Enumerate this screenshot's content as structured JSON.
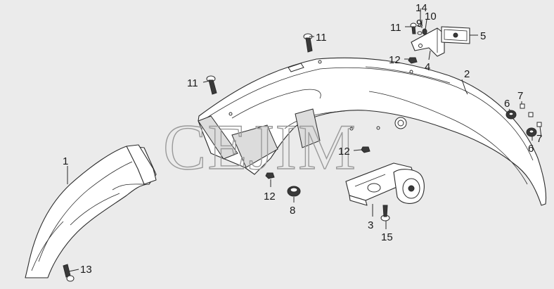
{
  "watermark": "CEJIM",
  "callouts": [
    {
      "id": "c1",
      "label": "1"
    },
    {
      "id": "c2",
      "label": "2"
    },
    {
      "id": "c3",
      "label": "3"
    },
    {
      "id": "c4",
      "label": "4"
    },
    {
      "id": "c5",
      "label": "5"
    },
    {
      "id": "c6a",
      "label": "6"
    },
    {
      "id": "c6b",
      "label": "6"
    },
    {
      "id": "c7a",
      "label": "7"
    },
    {
      "id": "c7b",
      "label": "7"
    },
    {
      "id": "c8",
      "label": "8"
    },
    {
      "id": "c9",
      "label": "9"
    },
    {
      "id": "c10",
      "label": "10"
    },
    {
      "id": "c11a",
      "label": "11"
    },
    {
      "id": "c11b",
      "label": "11"
    },
    {
      "id": "c11c",
      "label": "11"
    },
    {
      "id": "c12a",
      "label": "12"
    },
    {
      "id": "c12b",
      "label": "12"
    },
    {
      "id": "c12c",
      "label": "12"
    },
    {
      "id": "c13",
      "label": "13"
    },
    {
      "id": "c14",
      "label": "14"
    },
    {
      "id": "c15",
      "label": "15"
    }
  ]
}
